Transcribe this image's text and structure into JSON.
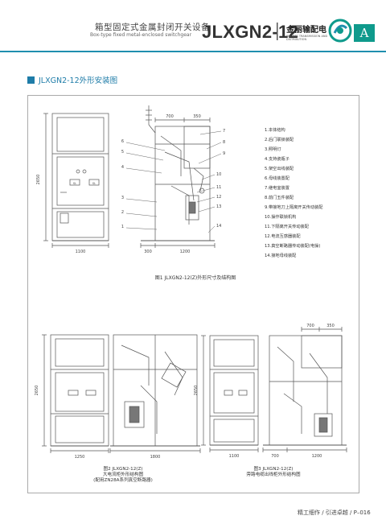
{
  "header": {
    "title_cn": "箱型固定式金属封闭开关设备",
    "title_en": "Box-type fixed metal-enclosed switchgear",
    "model": "JLXGN2-12",
    "brand_cn": "金丽输配电",
    "brand_en": "JINLIDTS TRANSMISSION AND DISTRIBUTION",
    "badge": "A"
  },
  "section_title": "JLXGN2-12外形安装图",
  "figure1": {
    "caption": "图1 JLXGN2-12(Z)外形尺寸及结构图",
    "dims": {
      "height": "2650",
      "width_left": "1100",
      "top_left": "700",
      "top_right": "350",
      "bottom_left": "300",
      "bottom_right": "1200"
    },
    "callouts": [
      "1",
      "2",
      "3",
      "4",
      "5",
      "6",
      "7",
      "8",
      "9",
      "10",
      "11",
      "12",
      "13",
      "14"
    ],
    "legend": [
      "1.本体结构",
      "2.后门联锁装配",
      "3.照明灯",
      "4.支持瓷瓶子",
      "5.架空出线装配",
      "6.母线装置配",
      "7.继电室装置",
      "8.前门五件装配",
      "9.带接地刀上隔离开关传动装配",
      "10.操作联锁机构",
      "11.下隔离开关传动装配",
      "12.电流互感器装配",
      "13.真空断路器传动装配(电操)",
      "14.接地母线装配"
    ],
    "panel_labels": [
      "SL",
      "SL"
    ]
  },
  "figure2": {
    "caption_line1": "图2 JLXGN2-12(Z)",
    "caption_line2": "大电流柜外形结构图",
    "caption_line3": "(配用ZN28A系列真空断路器)",
    "dims": {
      "height": "2650",
      "width_left": "1250",
      "width_right": "1800"
    }
  },
  "figure3": {
    "caption_line1": "图3 JLXGN2-12(Z)",
    "caption_line2": "旁路电缆出线柜外形结构图",
    "dims": {
      "height": "2650",
      "width_left": "1100",
      "bottom_left": "700",
      "bottom_right": "1200",
      "top_left": "700",
      "top_right": "350"
    }
  },
  "footer": " 精工细作 / 引进卓越 / P–016"
}
